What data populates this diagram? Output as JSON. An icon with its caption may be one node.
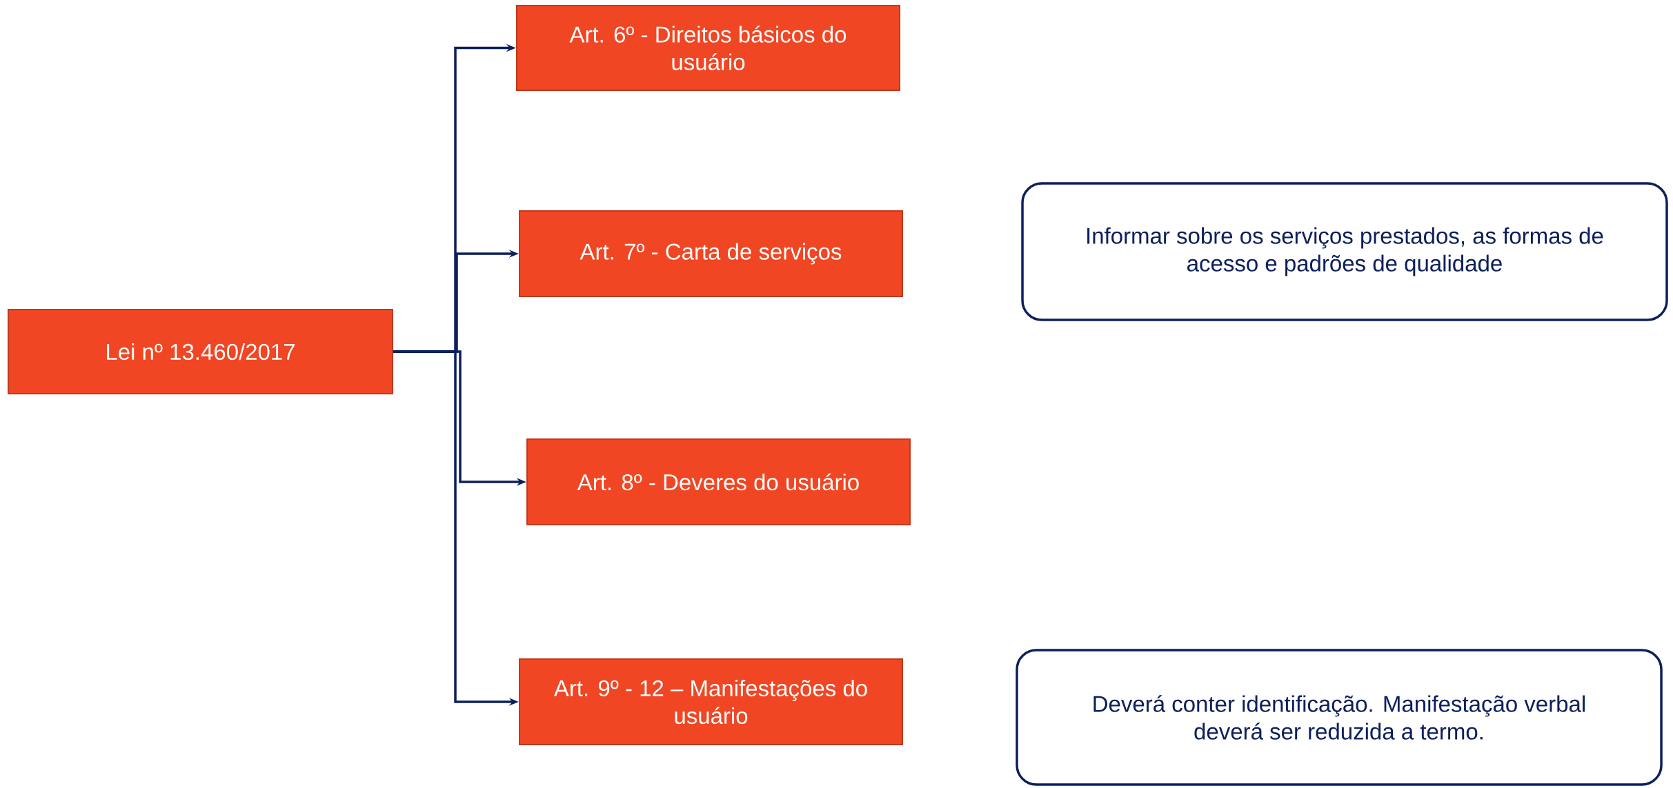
{
  "diagram": {
    "nodes": [
      {
        "text": [
          "Lei nº 13.460/2017"
        ]
      },
      {
        "text": [
          "Art. 6º - Direitos básicos do usuário"
        ]
      },
      {
        "text": [
          "Art. 7º - Carta de serviços"
        ]
      },
      {
        "text": [
          "Art. 8º - Deveres do usuário"
        ]
      },
      {
        "text": [
          "Art. 9º - 12 – Manifestações do usuário"
        ]
      },
      {
        "text": [
          "Informar sobre os serviços prestados, as formas de acesso e padrões de qualidade"
        ]
      },
      {
        "text": [
          "Deverá conter identificação. Manifestação verbal deverá ser reduzida a termo."
        ]
      }
    ],
    "edges": [
      {
        "from": 0,
        "to": 1,
        "arrow": "to"
      },
      {
        "from": 0,
        "to": 2,
        "arrow": "to"
      },
      {
        "from": 0,
        "to": 3,
        "arrow": "to"
      },
      {
        "from": 0,
        "to": 4,
        "arrow": "to"
      }
    ]
  }
}
